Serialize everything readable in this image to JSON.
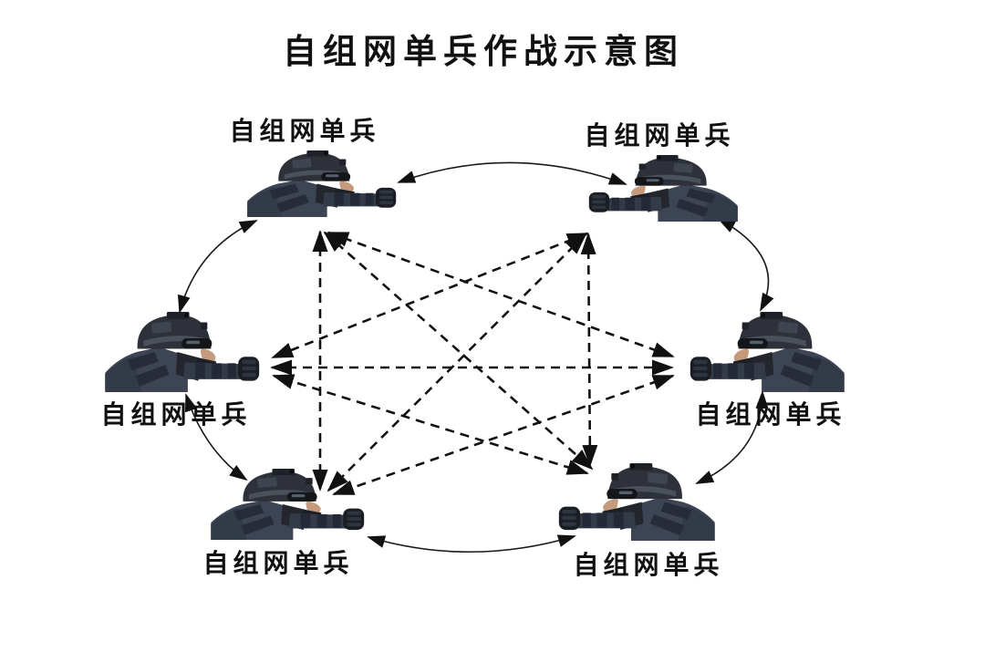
{
  "title": "自组网单兵作战示意图",
  "node_label_text": "自组网单兵",
  "nodes": [
    {
      "id": "top-left",
      "label": "自组网单兵",
      "label_position": "above"
    },
    {
      "id": "top-right",
      "label": "自组网单兵",
      "label_position": "above"
    },
    {
      "id": "middle-left",
      "label": "自组网单兵",
      "label_position": "below"
    },
    {
      "id": "middle-right",
      "label": "自组网单兵",
      "label_position": "below"
    },
    {
      "id": "bottom-left",
      "label": "自组网单兵",
      "label_position": "below"
    },
    {
      "id": "bottom-right",
      "label": "自组网单兵",
      "label_position": "below"
    }
  ],
  "links": {
    "solid_ring_curved_double_arrows": [
      [
        "top-left",
        "top-right"
      ],
      [
        "top-right",
        "middle-right"
      ],
      [
        "middle-right",
        "bottom-right"
      ],
      [
        "bottom-right",
        "bottom-left"
      ],
      [
        "bottom-left",
        "middle-left"
      ],
      [
        "middle-left",
        "top-left"
      ]
    ],
    "dashed_mesh_double_arrows": [
      [
        "top-left",
        "bottom-left"
      ],
      [
        "top-right",
        "bottom-right"
      ],
      [
        "middle-left",
        "middle-right"
      ],
      [
        "top-left",
        "middle-right"
      ],
      [
        "top-left",
        "bottom-right"
      ],
      [
        "top-right",
        "middle-left"
      ],
      [
        "top-right",
        "bottom-left"
      ],
      [
        "middle-right",
        "bottom-left"
      ],
      [
        "bottom-right",
        "middle-left"
      ]
    ]
  },
  "colors": {
    "background": "#ffffff",
    "line": "#111111",
    "text": "#111111"
  },
  "icons": [
    {
      "name": "soldier-figure",
      "meaning": "armored soldier with helmet-mounted camera, six instances arranged in an ellipse"
    }
  ]
}
